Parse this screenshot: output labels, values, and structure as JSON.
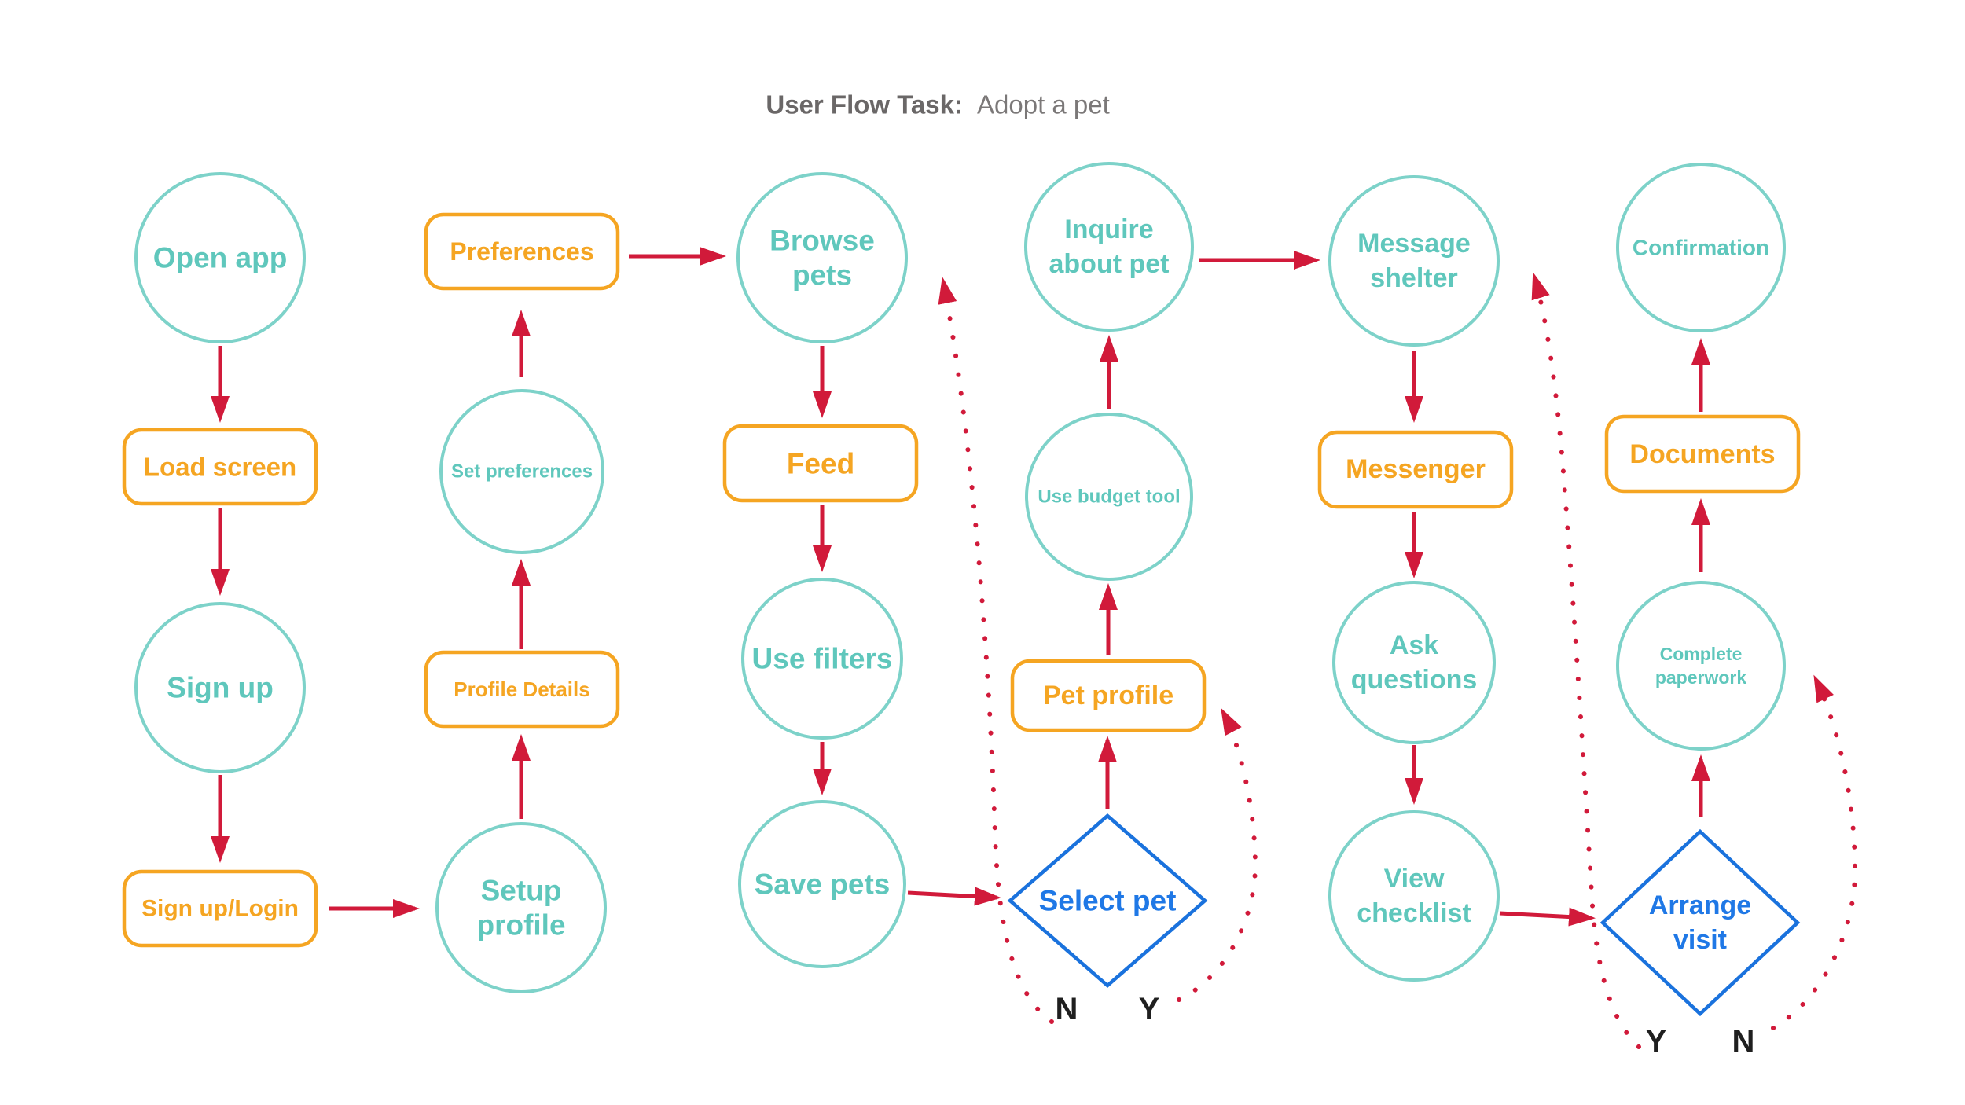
{
  "title": {
    "label_bold": "User Flow Task:",
    "label_regular": "Adopt a pet"
  },
  "colors": {
    "teal": "#7dd2c9",
    "teal_text": "#5fc7bc",
    "orange": "#f5a522",
    "red": "#d11a3a",
    "blue": "#1a72dd",
    "blue_text": "#1f78e6",
    "label_dark": "#1f1f1f",
    "title_gray": "#6a6767",
    "title_gray_light": "#7b7878"
  },
  "nodes": {
    "open_app": {
      "type": "circle",
      "lines": [
        "Open app"
      ]
    },
    "load_screen": {
      "type": "rect",
      "lines": [
        "Load screen"
      ]
    },
    "sign_up": {
      "type": "circle",
      "lines": [
        "Sign up"
      ]
    },
    "sign_up_login": {
      "type": "rect",
      "lines": [
        "Sign up/Login"
      ]
    },
    "preferences": {
      "type": "rect",
      "lines": [
        "Preferences"
      ]
    },
    "set_preferences": {
      "type": "circle",
      "lines": [
        "Set preferences"
      ]
    },
    "profile_details": {
      "type": "rect",
      "lines": [
        "Profile Details"
      ]
    },
    "setup_profile": {
      "type": "circle",
      "lines": [
        "Setup",
        "profile"
      ]
    },
    "browse_pets": {
      "type": "circle",
      "lines": [
        "Browse",
        "pets"
      ]
    },
    "feed": {
      "type": "rect",
      "lines": [
        "Feed"
      ]
    },
    "use_filters": {
      "type": "circle",
      "lines": [
        "Use filters"
      ]
    },
    "save_pets": {
      "type": "circle",
      "lines": [
        "Save pets"
      ]
    },
    "inquire_about_pet": {
      "type": "circle",
      "lines": [
        "Inquire",
        "about pet"
      ]
    },
    "use_budget_tool": {
      "type": "circle",
      "lines": [
        "Use budget tool"
      ]
    },
    "pet_profile": {
      "type": "rect",
      "lines": [
        "Pet profile"
      ]
    },
    "select_pet": {
      "type": "diamond",
      "lines": [
        "Select pet"
      ]
    },
    "message_shelter": {
      "type": "circle",
      "lines": [
        "Message",
        "shelter"
      ]
    },
    "messenger": {
      "type": "rect",
      "lines": [
        "Messenger"
      ]
    },
    "ask_questions": {
      "type": "circle",
      "lines": [
        "Ask",
        "questions"
      ]
    },
    "view_checklist": {
      "type": "circle",
      "lines": [
        "View",
        "checklist"
      ]
    },
    "confirmation": {
      "type": "circle",
      "lines": [
        "Confirmation"
      ]
    },
    "documents": {
      "type": "rect",
      "lines": [
        "Documents"
      ]
    },
    "complete_paperwork": {
      "type": "circle",
      "lines": [
        "Complete",
        "paperwork"
      ]
    },
    "arrange_visit": {
      "type": "diamond",
      "lines": [
        "Arrange",
        "visit"
      ]
    }
  },
  "decisions": {
    "select_pet": {
      "no_label": "N",
      "yes_label": "Y"
    },
    "arrange_visit": {
      "yes_label": "Y",
      "no_label": "N"
    }
  },
  "edges": [
    {
      "from": "open_app",
      "to": "load_screen",
      "style": "solid"
    },
    {
      "from": "load_screen",
      "to": "sign_up",
      "style": "solid"
    },
    {
      "from": "sign_up",
      "to": "sign_up_login",
      "style": "solid"
    },
    {
      "from": "sign_up_login",
      "to": "setup_profile",
      "style": "solid"
    },
    {
      "from": "setup_profile",
      "to": "profile_details",
      "style": "solid"
    },
    {
      "from": "profile_details",
      "to": "set_preferences",
      "style": "solid"
    },
    {
      "from": "set_preferences",
      "to": "preferences",
      "style": "solid"
    },
    {
      "from": "preferences",
      "to": "browse_pets",
      "style": "solid"
    },
    {
      "from": "browse_pets",
      "to": "feed",
      "style": "solid"
    },
    {
      "from": "feed",
      "to": "use_filters",
      "style": "solid"
    },
    {
      "from": "use_filters",
      "to": "save_pets",
      "style": "solid"
    },
    {
      "from": "save_pets",
      "to": "select_pet",
      "style": "solid"
    },
    {
      "from": "select_pet",
      "to": "pet_profile",
      "style": "solid"
    },
    {
      "from": "pet_profile",
      "to": "use_budget_tool",
      "style": "solid"
    },
    {
      "from": "use_budget_tool",
      "to": "inquire_about_pet",
      "style": "solid"
    },
    {
      "from": "inquire_about_pet",
      "to": "message_shelter",
      "style": "solid"
    },
    {
      "from": "message_shelter",
      "to": "messenger",
      "style": "solid"
    },
    {
      "from": "messenger",
      "to": "ask_questions",
      "style": "solid"
    },
    {
      "from": "ask_questions",
      "to": "view_checklist",
      "style": "solid"
    },
    {
      "from": "view_checklist",
      "to": "arrange_visit",
      "style": "solid"
    },
    {
      "from": "select_pet",
      "to": "browse_pets",
      "style": "dotted",
      "label": "N"
    },
    {
      "from": "select_pet",
      "to": "pet_profile",
      "style": "dotted",
      "label": "Y"
    },
    {
      "from": "arrange_visit",
      "to": "message_shelter",
      "style": "dotted",
      "label": "Y"
    },
    {
      "from": "arrange_visit",
      "to": "complete_paperwork",
      "style": "dotted",
      "label": "N"
    },
    {
      "from": "complete_paperwork",
      "to": "documents",
      "style": "solid"
    },
    {
      "from": "documents",
      "to": "confirmation",
      "style": "solid"
    }
  ]
}
